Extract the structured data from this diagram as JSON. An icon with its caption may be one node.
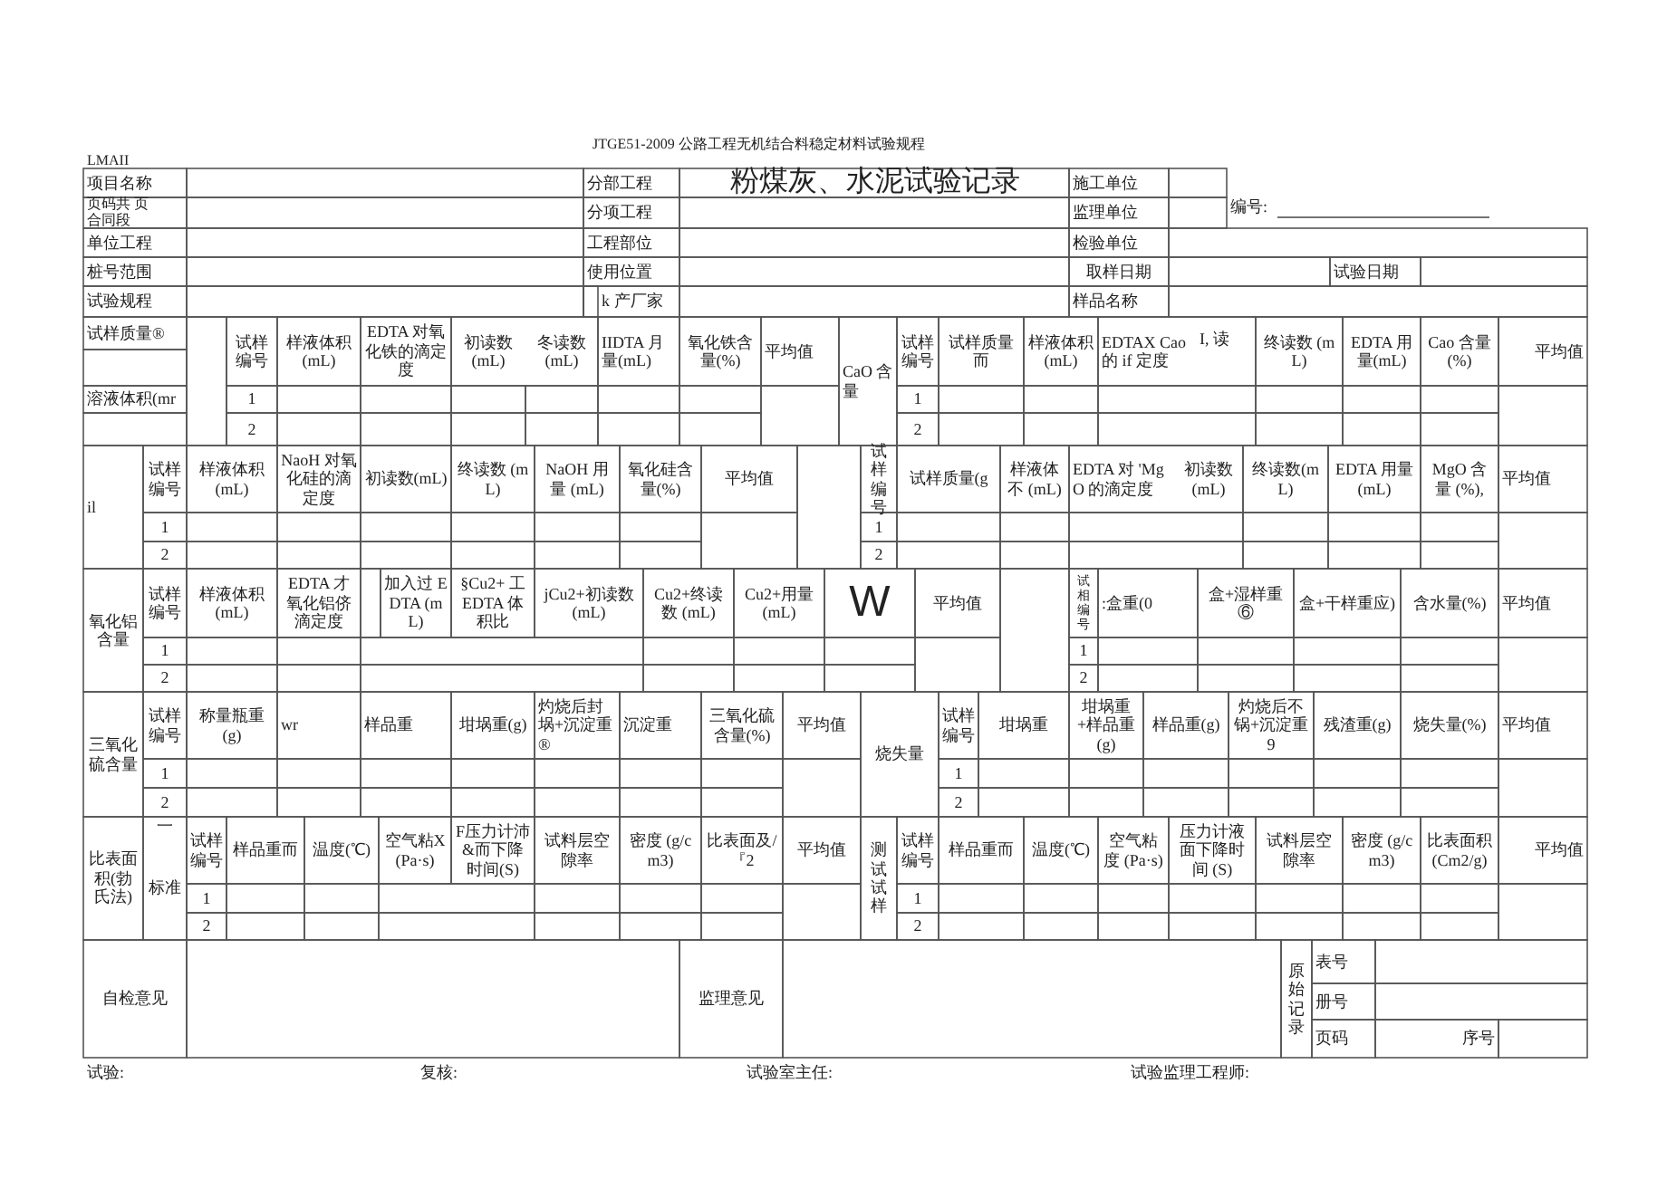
{
  "diagram": {
    "title": "粉煤灰、水泥试验记录",
    "labels": [
      "JTGE51-2009 公路工程无机结合料稳定材料试验规程",
      "编号:",
      "LMAII",
      "项目名称",
      "分部工程",
      "施工单位",
      "页码共 页",
      "合同段",
      "分项工程",
      "监理单位",
      "单位工程",
      "工程部位",
      "检验单位",
      "桩号范围",
      "使用位置",
      "取样日期",
      "试验日期",
      "试验规程",
      "k 产厂家",
      "样品名称",
      "试样质量®",
      "试样编号",
      "样液体积 (mL)",
      "EDTA 对氧化铁的滴定度",
      "初读数 (mL)",
      "冬读数 (mL)",
      "IIDTA 月量(mL)",
      "氧化铁含量(%)",
      "平均值",
      "CaO 含量",
      "试样编号",
      "试样质量而",
      "样液体积 (mL)",
      "EDTAX Cao 的 if 定度",
      "I, 读",
      "终读数 (mL)",
      "EDTA 用量(mL)",
      "Cao 含量 (%)",
      "平均值",
      "溶液体积(mr",
      "1",
      "1",
      "2",
      "2",
      "il",
      "试样编号",
      "样液体积 (mL)",
      "NaoH 对氧化硅的滴定度",
      "初读数(mL)",
      "终读数 (mL)",
      "NaOH 用量 (mL)",
      "氧化硅含量(%)",
      "平均值",
      "试样编号",
      "试样质量(g",
      "样液体不 (mL)",
      "EDTA 对 'MgO 的滴定度",
      "初读数 (mL)",
      "终读数(mL)",
      "EDTA 用量 (mL)",
      "MgO 含量 (%),",
      "平均值",
      "1",
      "1",
      "2",
      "2",
      "氧化铝含量",
      "试样编号",
      "样液体积 (mL)",
      "EDTA 才氧化铝侪滴定度",
      "加入过 EDTA (mL)",
      "§Cu2+ 工 EDTA 体积比",
      "jCu2+初读数 (mL)",
      "Cu2+终读数 (mL)",
      "Cu2+用量 (mL)",
      "W",
      "平均值",
      "试相编号",
      ":盒重(0",
      "盒+湿样重⑥",
      "盒+干样重应)",
      "含水量(%)",
      "平均值",
      "1",
      "1",
      "2",
      "2",
      "三氧化硫含量",
      "试样编号",
      "称量瓶重(g)",
      "wr",
      "样品重",
      "坩埚重(g)",
      "灼烧后封埚+沉淀重®",
      "沉淀重",
      "三氧化硫含量(%)",
      "平均值",
      "烧失量",
      "试样编号",
      "坩埚重",
      "坩埚重+样品重(g)",
      "样品重(g)",
      "灼烧后不锅+沉淀重 9",
      "残渣重(g)",
      "烧失量(%)",
      "平均值",
      "1",
      "1",
      "2",
      "2",
      "比表面积(勃氏法)",
      "一",
      "标准",
      "试样编号",
      "样品重而",
      "温度(℃)",
      "空气粘X(Pa·s)",
      "F压力计沛&而下降时间(S)",
      "试料层空隙率",
      "密度 (g/cm3)",
      "比表面及/『2",
      "平均值",
      "测试试样",
      "试样编号",
      "样品重而",
      "温度(℃)",
      "空气粘度 (Pa·s)",
      "压力计液面下降时间 (S)",
      "试料层空隙率",
      "密度 (g/cm3)",
      "比表面积 (Cm2/g)",
      "平均值",
      "1",
      "1",
      "2",
      "2",
      "自检意见",
      "监理意见",
      "原始记录",
      "表号",
      "册号",
      "页码",
      "序号",
      "试验:",
      "复核:",
      "试验室主任:",
      "试验监理工程师:"
    ]
  }
}
